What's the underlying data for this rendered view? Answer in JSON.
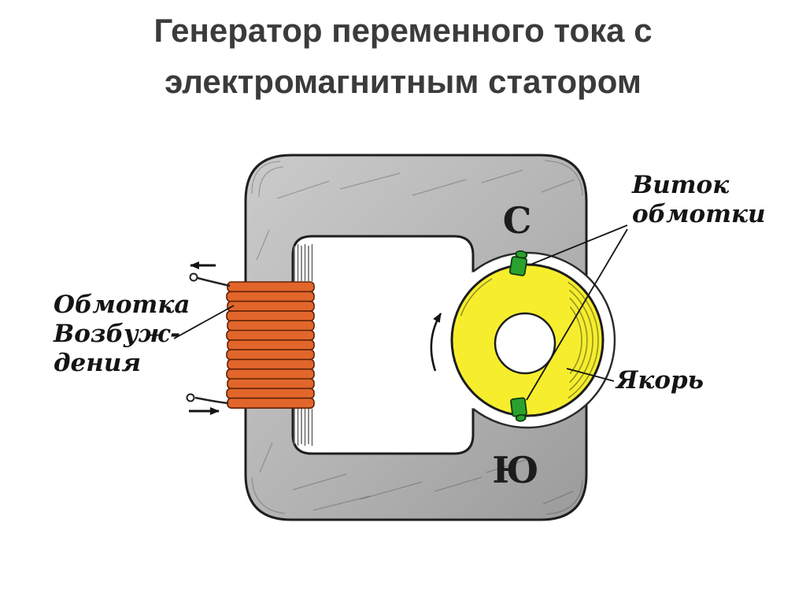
{
  "title": {
    "line1": "Генератор переменного тока с",
    "line2": "электромагнитным статором"
  },
  "diagram": {
    "pole_top": "С",
    "pole_bottom": "Ю",
    "label_excitation": {
      "line1": "Обмотка",
      "line2": "Возбуж-",
      "line3": "дения"
    },
    "label_turn": {
      "line1": "Виток",
      "line2": "обмотки"
    },
    "label_armature": "Якорь",
    "colors": {
      "rotor_yellow": "#f6ee2d",
      "coil_orange": "#e2662b",
      "winding_green": "#2aa12e",
      "frame_gray": "#b5b5b5",
      "title_text": "#3b3b3b",
      "ink": "#1c1c1c"
    }
  }
}
